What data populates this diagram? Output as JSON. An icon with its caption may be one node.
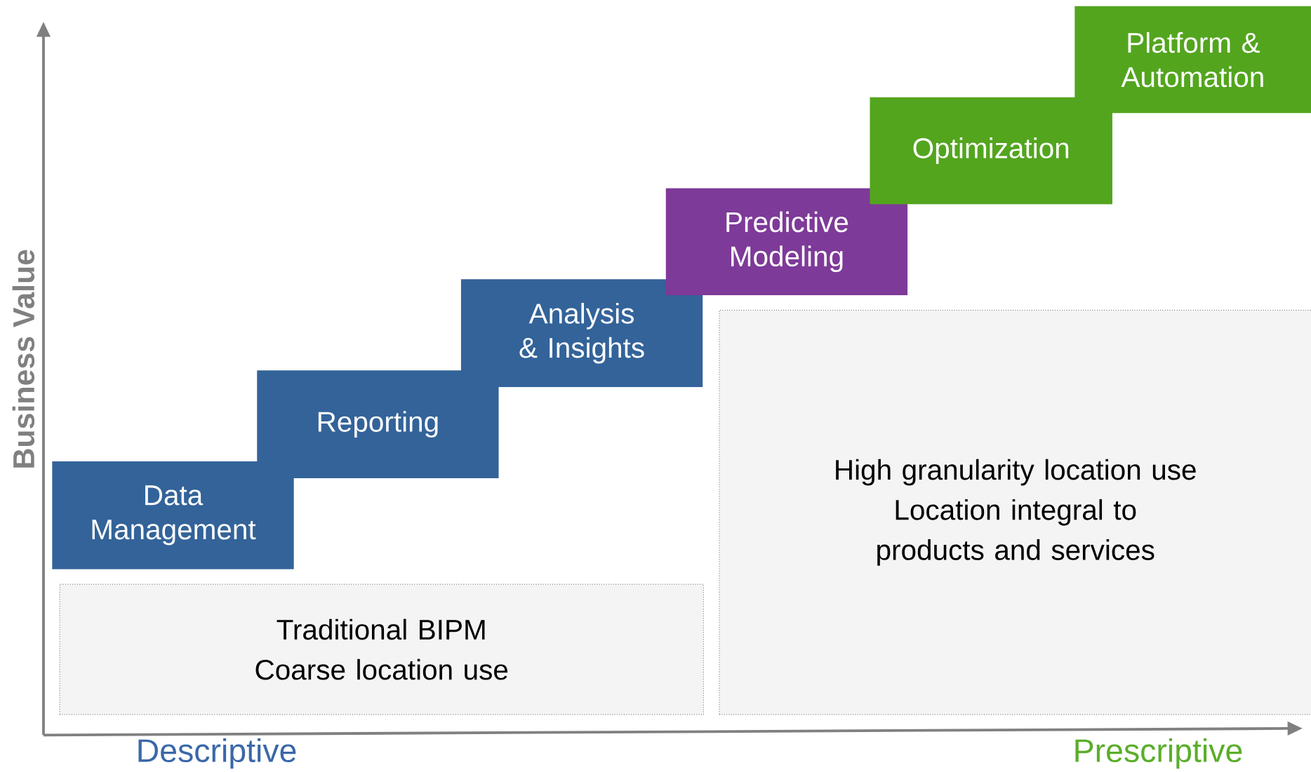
{
  "diagram": {
    "nodes": [
      {
        "text": [
          "Data Management"
        ]
      },
      {
        "text": [
          "Reporting"
        ]
      },
      {
        "text": [
          "Analysis & Insights"
        ]
      },
      {
        "text": [
          "Predictive Modeling"
        ]
      },
      {
        "text": [
          "Optimization"
        ]
      },
      {
        "text": [
          "Platform & Automation"
        ]
      },
      {
        "text": [
          "Traditional BIPM",
          "Coarse location use"
        ]
      },
      {
        "text": [
          "High granularity location use",
          "Location integral to products and services"
        ]
      }
    ],
    "labels": [
      "Business Value",
      "Descriptive",
      "Prescriptive"
    ]
  }
}
